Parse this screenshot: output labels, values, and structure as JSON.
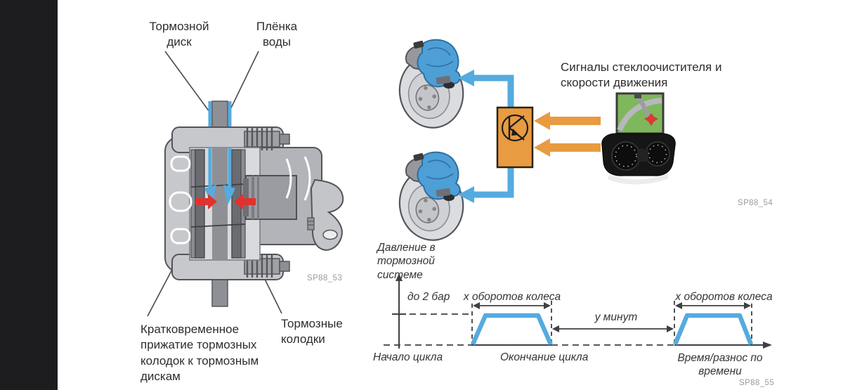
{
  "viewer": {
    "background": "#ffffff",
    "left_bar_color": "#1d1d20"
  },
  "colors": {
    "blue": "#55abdf",
    "orange": "#e89b40",
    "red": "#e0322f",
    "line": "#3f4043",
    "figure_id_gray": "#9b9b9d"
  },
  "figures": {
    "caliper": {
      "labels": {
        "brake_disc": "Тормозной диск",
        "water_film": "Плёнка воды",
        "pressing": "Кратковременное прижатие тормозных колодок к тормозным дискам",
        "brake_pads": "Тормозные колодки"
      },
      "figure_id": "SP88_53"
    },
    "signals": {
      "caption": "Сигналы стеклоочистителя и скорости движения",
      "figure_id": "SP88_54"
    },
    "pulse_graph": {
      "ylabel": "Давление в тормозной системе",
      "level_label": "до 2 бар",
      "pulse1_width_label": "x оборотов колеса",
      "pulse2_width_label": "x оборотов колеса",
      "interval_label": "y минут",
      "cycle_start_label": "Начало цикла",
      "cycle_end_label": "Окончание цикла",
      "time_axis_label": "Время/разнос по времени",
      "figure_id": "SP88_55",
      "chart_data": {
        "type": "line",
        "ylabel": "Давление в тормозной системе",
        "xlabel": "Время/разнос по времени",
        "pressure_level": "до 2 бар",
        "pulses": [
          {
            "shape": "trapezoid",
            "amplitude": "до 2 бар",
            "duration": "x оборотов колеса",
            "start_annotation": "Начало цикла",
            "end_annotation": "Окончание цикла"
          },
          {
            "shape": "trapezoid",
            "amplitude": "до 2 бар",
            "duration": "x оборотов колеса"
          }
        ],
        "pulse_interval": "y минут",
        "grid": false,
        "legend": false
      }
    }
  }
}
